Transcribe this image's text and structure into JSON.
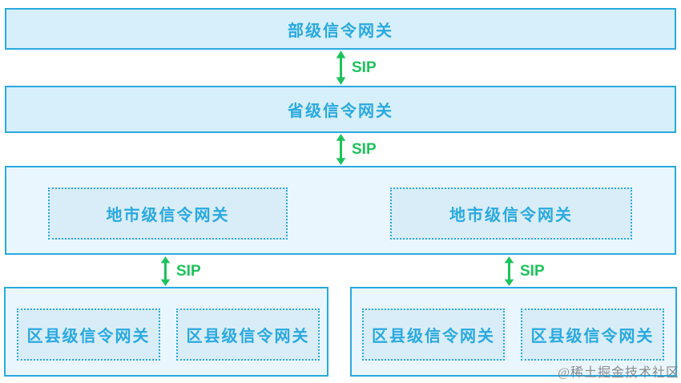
{
  "colors": {
    "box_border": "#29A9E0",
    "box_fill": "#D7EFFA",
    "container_fill": "#EAF6FD",
    "inner_box_fill": "#D9EDF8",
    "label_text": "#29A9E0",
    "link_green": "#1DC35B",
    "watermark_gray": "#787878"
  },
  "diagram": {
    "ministry_label": "部级信令网关",
    "province_label": "省级信令网关",
    "city_label": "地市级信令网关",
    "county_label": "区县级信令网关",
    "link_label": "SIP"
  },
  "watermark": "@稀土掘金技术社区"
}
